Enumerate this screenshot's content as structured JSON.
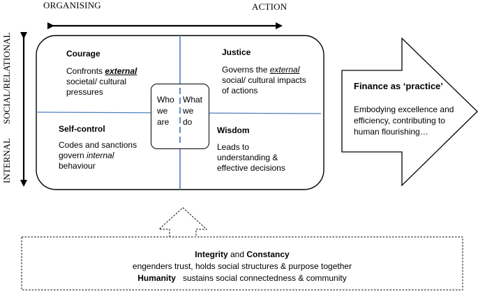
{
  "axes": {
    "top_left": "ORGANISING",
    "top_right": "ACTION",
    "left_top": "SOCIAL/RELATIONAL",
    "left_bottom": "INTERNAL"
  },
  "quadrants": {
    "courage": {
      "heading": "Courage",
      "line1_pre": "Confronts ",
      "line1_em": "external",
      "line2": "societal/ cultural",
      "line3": "pressures"
    },
    "justice": {
      "heading": "Justice",
      "line1_pre": "Governs the ",
      "line1_em": "external",
      "line2": "social/ cultural impacts",
      "line3": "of actions"
    },
    "self_control": {
      "heading": "Self-control",
      "line1": "Codes and sanctions",
      "line2_pre": "govern ",
      "line2_em": "internal",
      "line3": "behaviour"
    },
    "wisdom": {
      "heading": "Wisdom",
      "line1": "Leads to",
      "line2": "understanding &",
      "line3": "effective decisions"
    }
  },
  "center": {
    "left": [
      "Who",
      "we",
      "are"
    ],
    "right": [
      "What",
      "we",
      "do"
    ]
  },
  "practice": {
    "title": "Finance as ‘practice’",
    "line1": "Embodying excellence and",
    "line2": "efficiency, contributing to",
    "line3": "human flourishing…"
  },
  "bottom": {
    "integrity": "Integrity",
    "and": " and ",
    "constancy": "Constancy",
    "line2": "engenders trust, holds social structures & purpose together",
    "humanity": "Humanity",
    "humanity_rest": "   sustains social connectedness & community"
  }
}
